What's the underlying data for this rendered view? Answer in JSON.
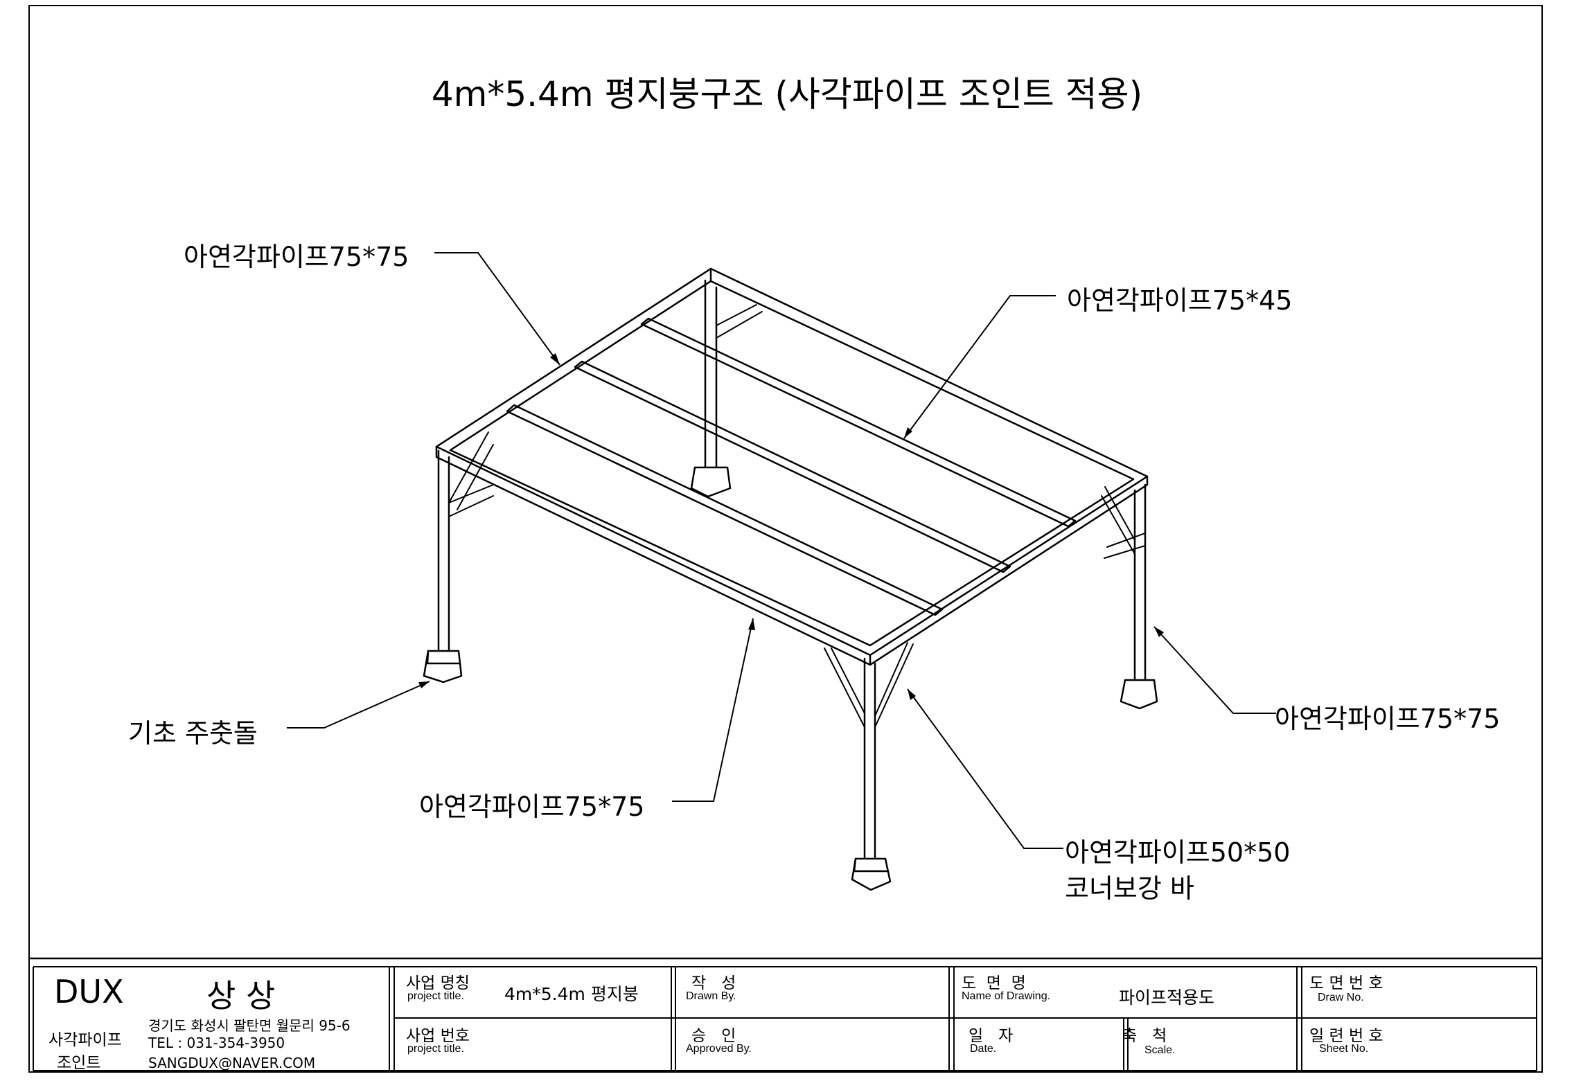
{
  "title": "4m*5.4m 평지붕구조  (사각파이프 조인트 적용)",
  "callouts": {
    "top_left_pipe": "아연각파이프75*75",
    "top_right_purlin": "아연각파이프75*45",
    "foundation": "기초 주춧돌",
    "front_beam": "아연각파이프75*75",
    "right_post": "아연각파이프75*75",
    "corner_brace_line1": "아연각파이프50*50",
    "corner_brace_line2": "코너보강 바"
  },
  "title_block": {
    "brand": "DUX",
    "company": "상 상",
    "product_line1": "사각파이프",
    "product_line2": "조인트",
    "address": "경기도 화성시 팔탄면 월문리 95-6",
    "tel": "TEL : 031-354-3950",
    "email": "SANGDUX@NAVER.COM",
    "project_name_kr": "사업 명칭",
    "project_name_en": "project title.",
    "project_name_value": "4m*5.4m 평지붕",
    "project_no_kr": "사업 번호",
    "project_no_en": "project title.",
    "drawn_by_kr": "작   성",
    "drawn_by_en": "Drawn By.",
    "approved_by_kr": "승   인",
    "approved_by_en": "Approved By.",
    "drawing_name_kr": "도  면  명",
    "drawing_name_en": "Name of Drawing.",
    "drawing_name_value": "파이프적용도",
    "date_kr": "일   자",
    "date_en": "Date.",
    "scale_kr": "축   척",
    "scale_en": "Scale.",
    "draw_no_kr": "도 면 번 호",
    "draw_no_en": "Draw No.",
    "sheet_no_kr": "일 련 번 호",
    "sheet_no_en": "Sheet No."
  }
}
